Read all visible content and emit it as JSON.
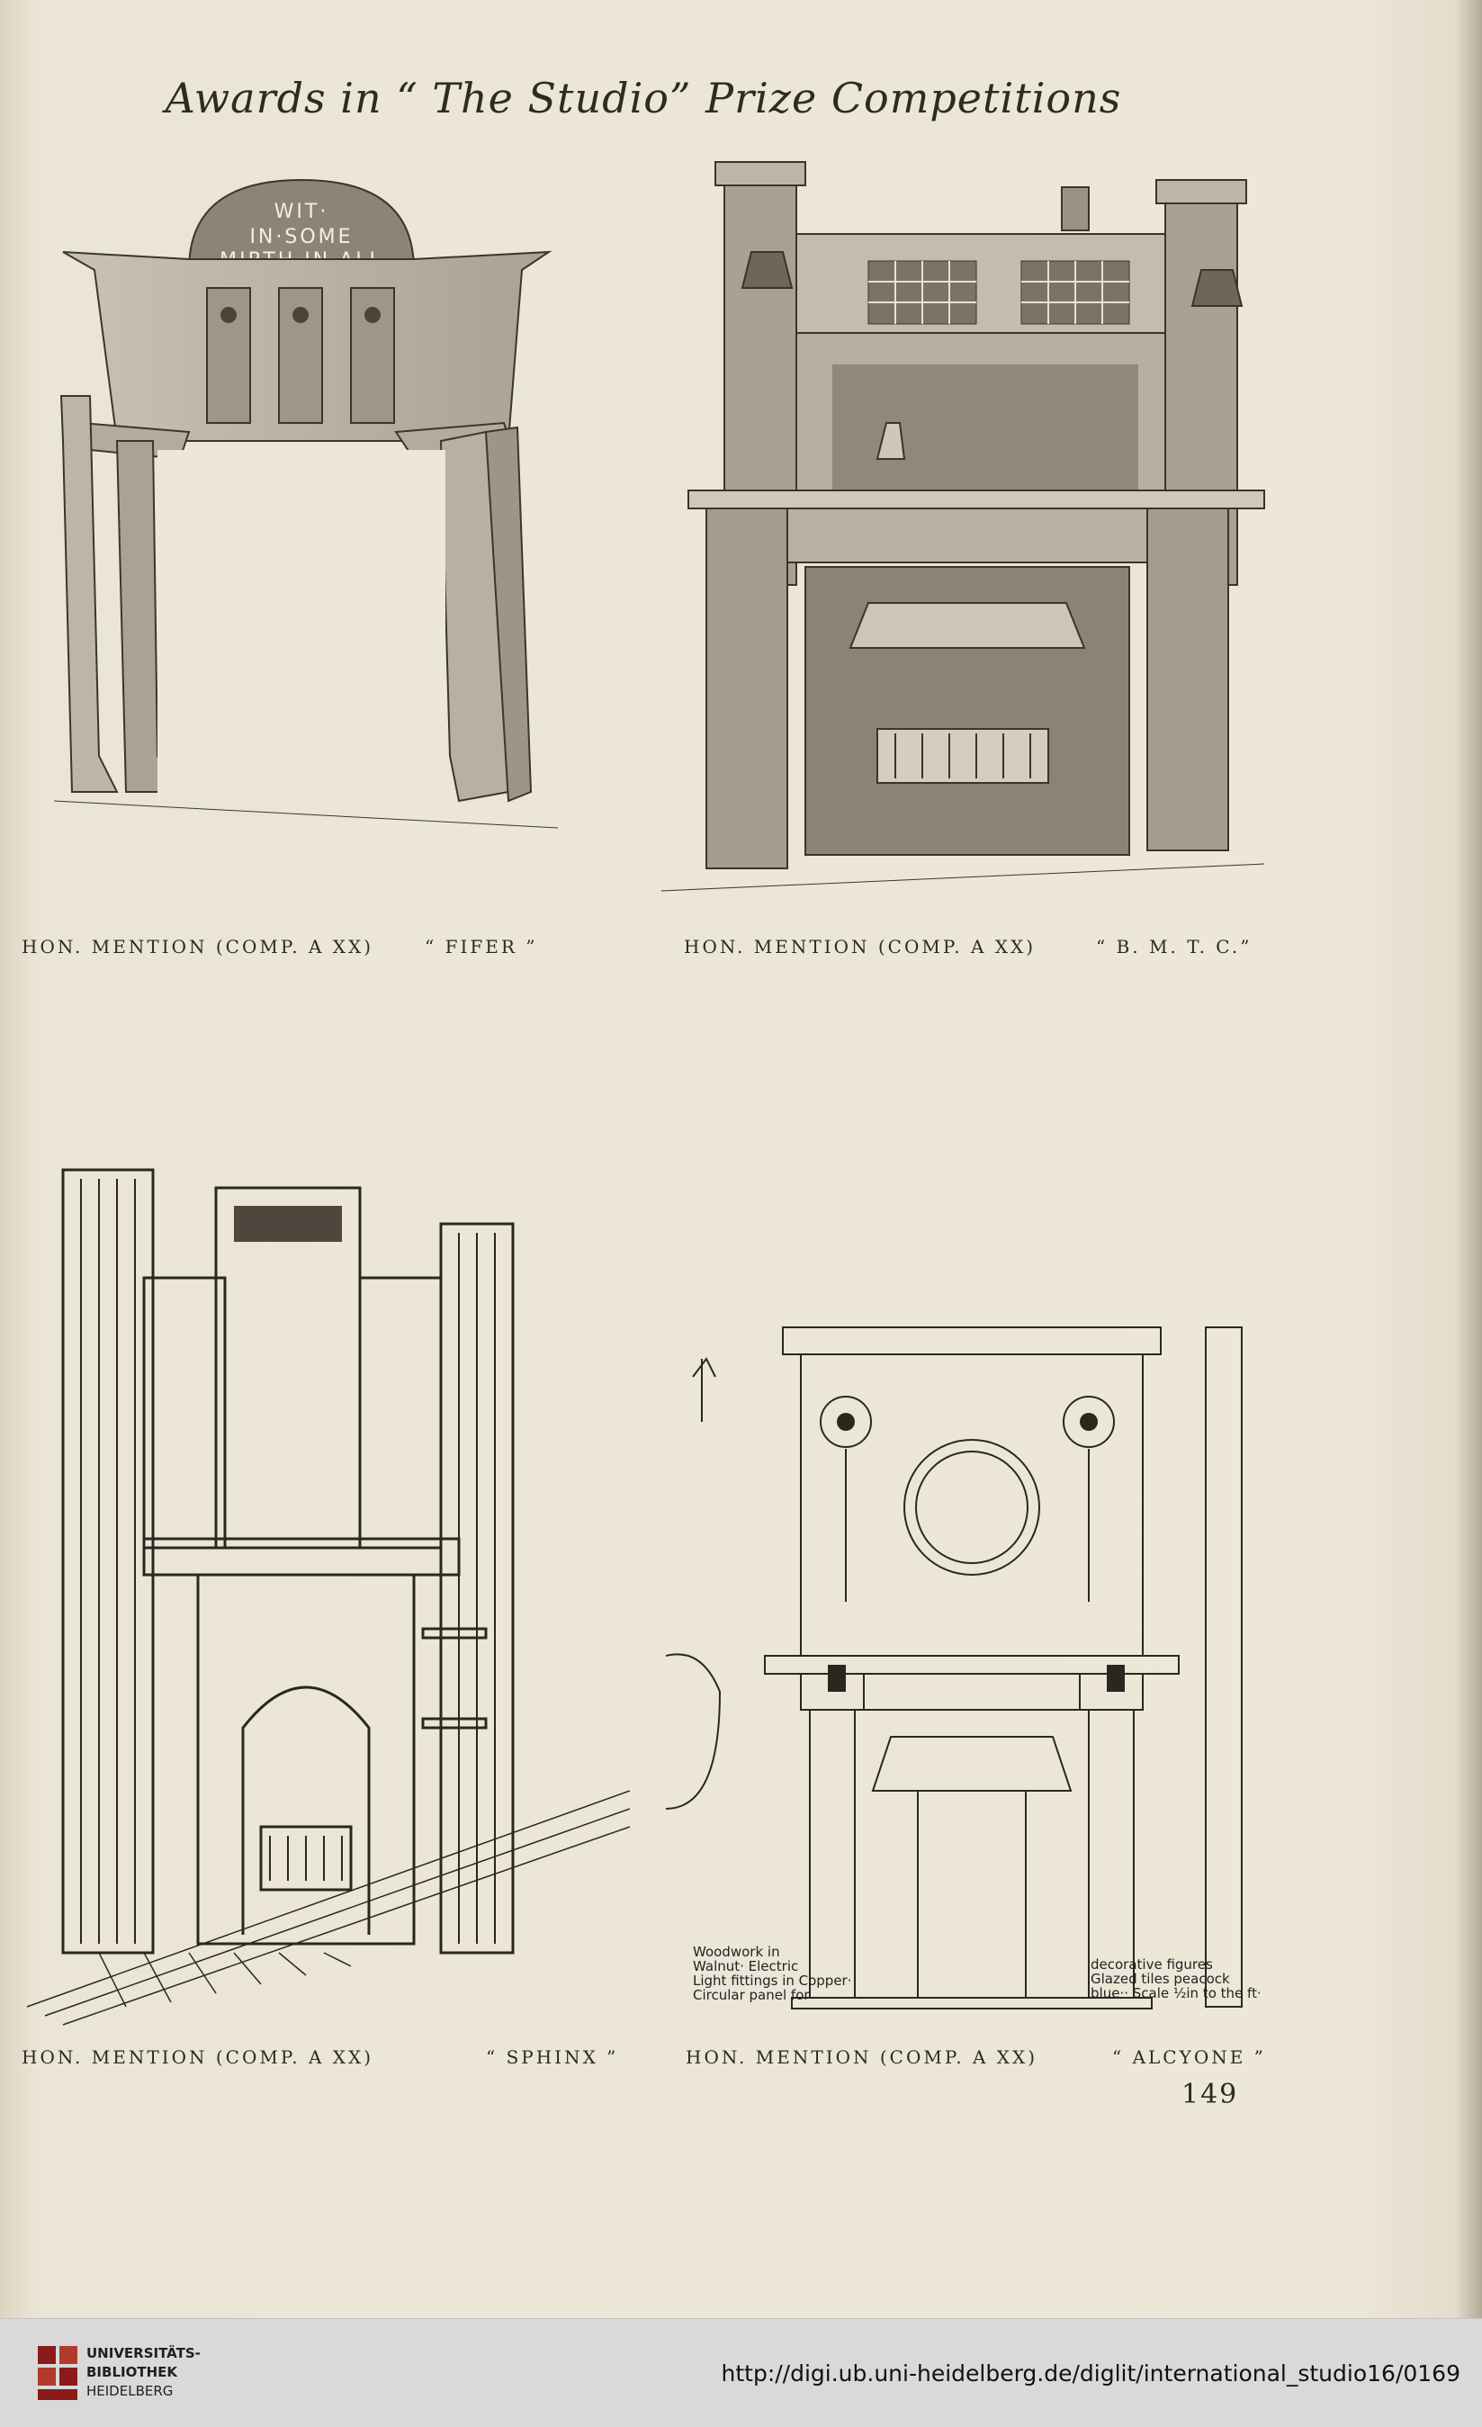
{
  "header": {
    "title": "Awards in “ The Studio” Prize Competitions"
  },
  "plates": [
    {
      "label": "HON. MENTION (COMP. A XX)",
      "pseudonym": "“ FIFER ”",
      "inscription": [
        "WIT·",
        "IN·SOME",
        "MIRTH·IN·ALL"
      ]
    },
    {
      "label": "HON. MENTION (COMP. A XX)",
      "pseudonym": "“ B. M. T. C.”"
    },
    {
      "label": "HON. MENTION (COMP. A XX)",
      "pseudonym": "“ SPHINX ”"
    },
    {
      "label": "HON. MENTION (COMP. A XX)",
      "pseudonym": "“ ALCYONE ”",
      "notes_left": [
        "Woodwork in",
        "Walnut· Electric",
        "Light fittings in Copper·",
        "Circular panel for"
      ],
      "notes_right": [
        "decorative figures",
        "Glazed tiles peacock",
        "blue·· Scale ½in to the ft·"
      ]
    }
  ],
  "page_number": "149",
  "footer": {
    "library_lines": [
      "UNIVERSITÄTS-",
      "BIBLIOTHEK",
      "HEIDELBERG"
    ],
    "url": "http://digi.ub.uni-heidelberg.de/diglit/international_studio16/0169"
  }
}
